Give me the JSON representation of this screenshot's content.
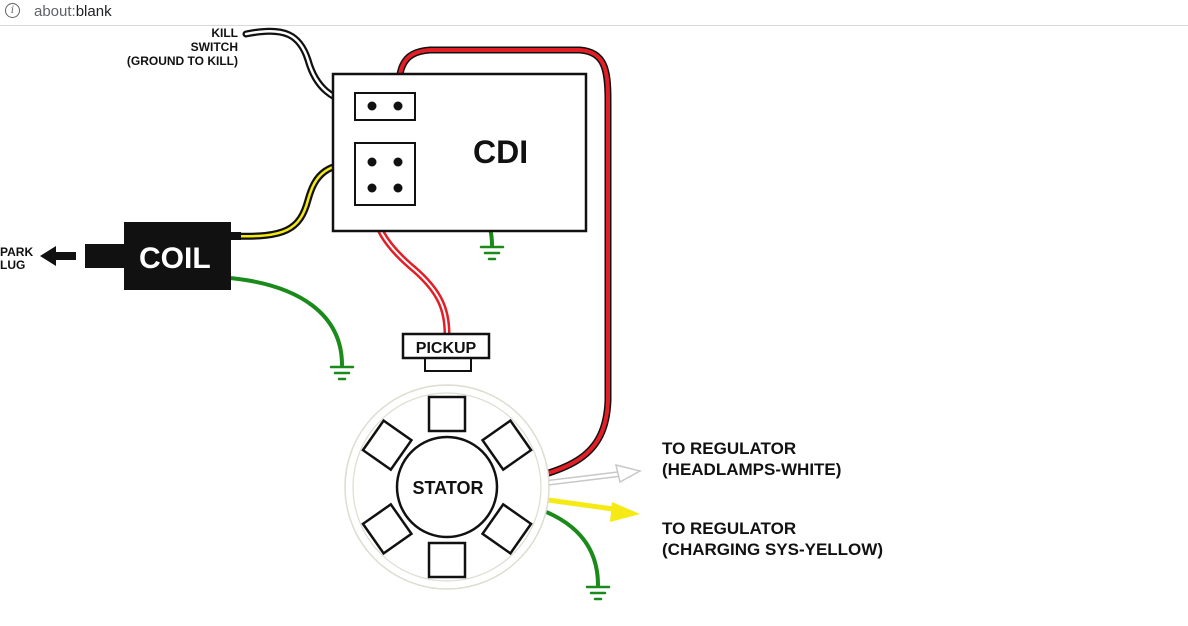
{
  "browser": {
    "url_scheme": "about:",
    "url_path": "blank"
  },
  "diagram": {
    "kill_switch_lines": [
      "KILL",
      "SWITCH",
      "(GROUND TO KILL)"
    ],
    "cdi_label": "CDI",
    "coil_label": "COIL",
    "spark_plug_lines": [
      "PARK",
      "LUG"
    ],
    "pickup_label": "PICKUP",
    "stator_label": "STATOR",
    "regulator_white_lines": [
      "TO REGULATOR",
      "(HEADLAMPS-WHITE)"
    ],
    "regulator_yellow_lines": [
      "TO REGULATOR",
      "(CHARGING SYS-YELLOW)"
    ],
    "wire_colors": {
      "red": "#e41e26",
      "green": "#1a8a1a",
      "yellow": "#f5ea14",
      "white": "#ffffff",
      "black": "#111111"
    }
  }
}
